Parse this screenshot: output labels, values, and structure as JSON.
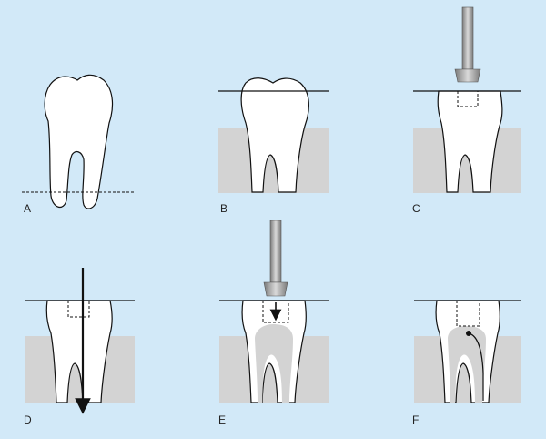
{
  "panels": [
    {
      "id": "A",
      "label": "A"
    },
    {
      "id": "B",
      "label": "B"
    },
    {
      "id": "C",
      "label": "C"
    },
    {
      "id": "D",
      "label": "D"
    },
    {
      "id": "E",
      "label": "E"
    },
    {
      "id": "F",
      "label": "F"
    }
  ],
  "colors": {
    "background": "#d2e9f8",
    "bone": "#d3d3d3",
    "tooth": "#ffffff",
    "instrument_light": "#bdbdbd",
    "instrument_dark": "#7a7a7a"
  }
}
